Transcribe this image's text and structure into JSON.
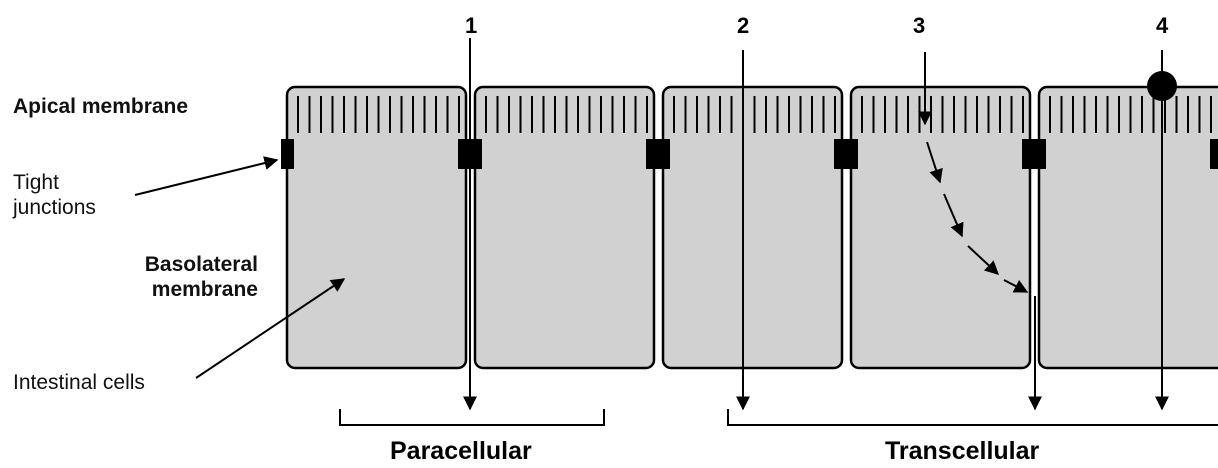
{
  "labels": {
    "apical": "Apical membrane",
    "tight_line1": "Tight",
    "tight_line2": "junctions",
    "basolateral_line1": "Basolateral",
    "basolateral_line2": "membrane",
    "intestinal": "Intestinal cells"
  },
  "pathways": [
    "1",
    "2",
    "3",
    "4"
  ],
  "brackets": {
    "paracellular": "Paracellular",
    "transcellular": "Transcellular"
  },
  "colors": {
    "cell_fill": "#d1d1d1",
    "line": "#000000",
    "background": "#ffffff"
  }
}
